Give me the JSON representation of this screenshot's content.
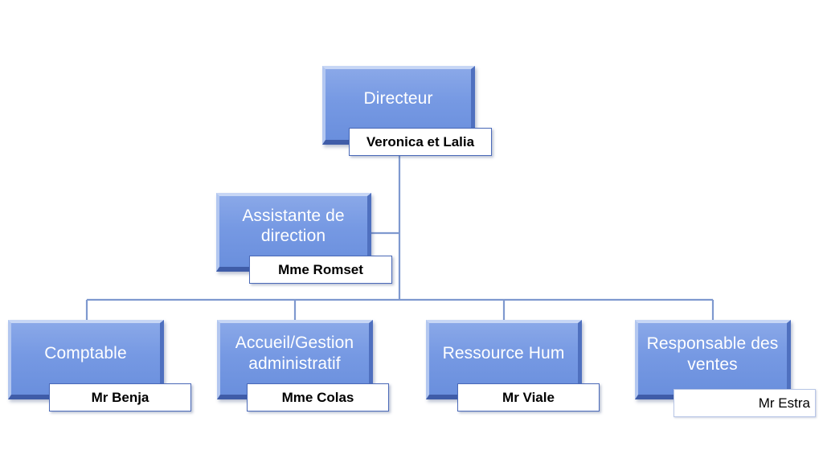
{
  "chart": {
    "director": {
      "title": "Directeur",
      "person": "Veronica et Lalia"
    },
    "assistant": {
      "title_line1": "Assistante de",
      "title_line2": "direction",
      "person": "Mme Romset"
    },
    "staff": [
      {
        "title_line1": "Comptable",
        "title_line2": "",
        "person": "Mr Benja"
      },
      {
        "title_line1": "Accueil/Gestion",
        "title_line2": "administratif",
        "person": "Mme Colas"
      },
      {
        "title_line1": "Ressource Hum",
        "title_line2": "",
        "person": "Mr Viale"
      },
      {
        "title_line1": "Responsable des",
        "title_line2": "ventes",
        "person": "Mr Estra"
      }
    ]
  },
  "colors": {
    "node_fill": "#7699e3",
    "connector": "#7f99cf",
    "tag_border": "#4a69b8"
  }
}
